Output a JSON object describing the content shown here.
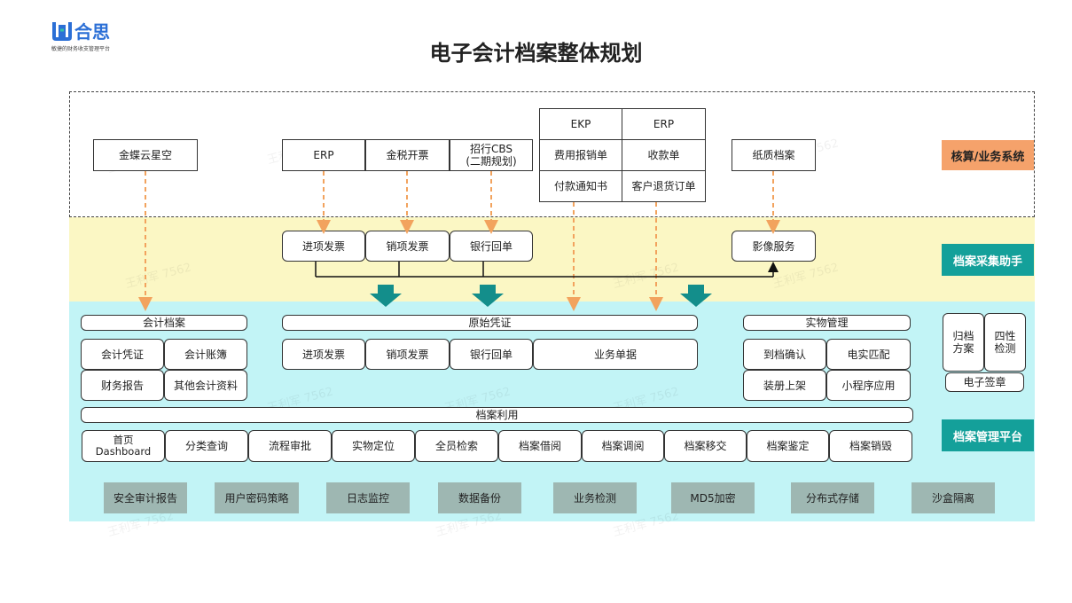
{
  "logo": {
    "name": "合思",
    "tagline": "敏捷的财务收支管理平台"
  },
  "title": "电子会计档案整体规划",
  "tags": {
    "accounting": "核算/业务系统",
    "collect": "档案采集助手",
    "manage": "档案管理平台"
  },
  "sources": {
    "kingdee": "金蝶云星空",
    "erp": "ERP",
    "tax": "金税开票",
    "cbs": "招行CBS\n(二期规划)",
    "ekp": "EKP",
    "erp2": "ERP",
    "expense": "费用报销单",
    "receipt_note": "收款单",
    "payment_notice": "付款通知书",
    "return_order": "客户退货订单",
    "paper": "纸质档案"
  },
  "collect": {
    "in_invoice": "进项发票",
    "out_invoice": "销项发票",
    "bank_receipt": "银行回单",
    "image_service": "影像服务"
  },
  "groups": {
    "accounting_archive": {
      "title": "会计档案",
      "items": [
        "会计凭证",
        "会计账簿",
        "财务报告",
        "其他会计资料"
      ]
    },
    "original_voucher": {
      "title": "原始凭证",
      "items": [
        "进项发票",
        "销项发票",
        "银行回单",
        "业务单据"
      ]
    },
    "physical": {
      "title": "实物管理",
      "items": [
        "到档确认",
        "电实匹配",
        "装册上架",
        "小程序应用"
      ]
    }
  },
  "side": {
    "archive_plan": "归档\n方案",
    "four_check": "四性\n检测",
    "e_seal": "电子签章"
  },
  "usage": {
    "title": "档案利用",
    "items": [
      "首页\nDashboard",
      "分类查询",
      "流程审批",
      "实物定位",
      "全员检索",
      "档案借阅",
      "档案调阅",
      "档案移交",
      "档案鉴定",
      "档案销毁"
    ]
  },
  "security": [
    "安全审计报告",
    "用户密码策略",
    "日志监控",
    "数据备份",
    "业务检测",
    "MD5加密",
    "分布式存储",
    "沙盒隔离"
  ],
  "watermark": "王利军 7562",
  "colors": {
    "yellow_band": "#fbf7c4",
    "cyan_band": "#c2f4f6",
    "orange_tag": "#f5a26b",
    "teal_tag": "#14a09a",
    "arrow_orange": "#f2a35e",
    "arrow_teal": "#138e8b",
    "sec_box": "#9eb7b2"
  }
}
